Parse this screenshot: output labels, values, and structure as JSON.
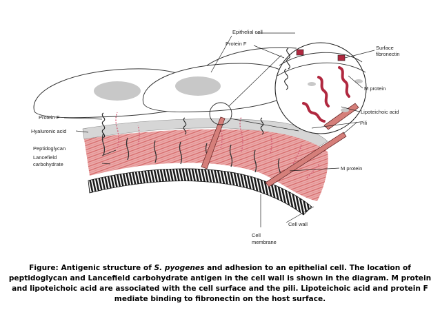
{
  "diagram": {
    "labels": {
      "epithelial_cell": "Epithelial cell",
      "protein_f_top": "Protein F",
      "surface_fibronectin_1": "Surface",
      "surface_fibronectin_2": "fibronectin",
      "m_protein_inset": "M protein",
      "lipoteichoic_acid": "Lipoteichoic acid",
      "pili": "Pili",
      "protein_f_left": "Protein F",
      "hyaluronic_acid": "Hyaluronic acid",
      "peptidoglycan": "Peptidoglycan",
      "lancefield_1": "Lancefield",
      "lancefield_2": "carbohydrate",
      "m_protein_right": "M protein",
      "cell_wall": "Cell wall",
      "cell_membrane_1": "Cell",
      "cell_membrane_2": "membrane"
    },
    "colors": {
      "wall_pink": "#e9a0a0",
      "wall_stripe": "#d05a5a",
      "m_protein_dark": "#b0283f",
      "pili_fill": "#d57f7a",
      "epithelial_nucleus": "#c8c8c8",
      "capsule_gray": "#d6d6d6",
      "membrane_dark": "#1a1a1a"
    }
  },
  "caption": {
    "prefix": "Figure: Antigenic structure of ",
    "species": "S. pyogenes",
    "rest": " and adhesion to an epithelial cell. The location of peptidoglycan and Lancefield carbohydrate antigen in the cell wall is shown in the diagram. M protein and lipoteichoic acid are associated with the cell surface and the pili. Lipoteichoic acid and protein F mediate binding to fibronectin on the host surface."
  }
}
